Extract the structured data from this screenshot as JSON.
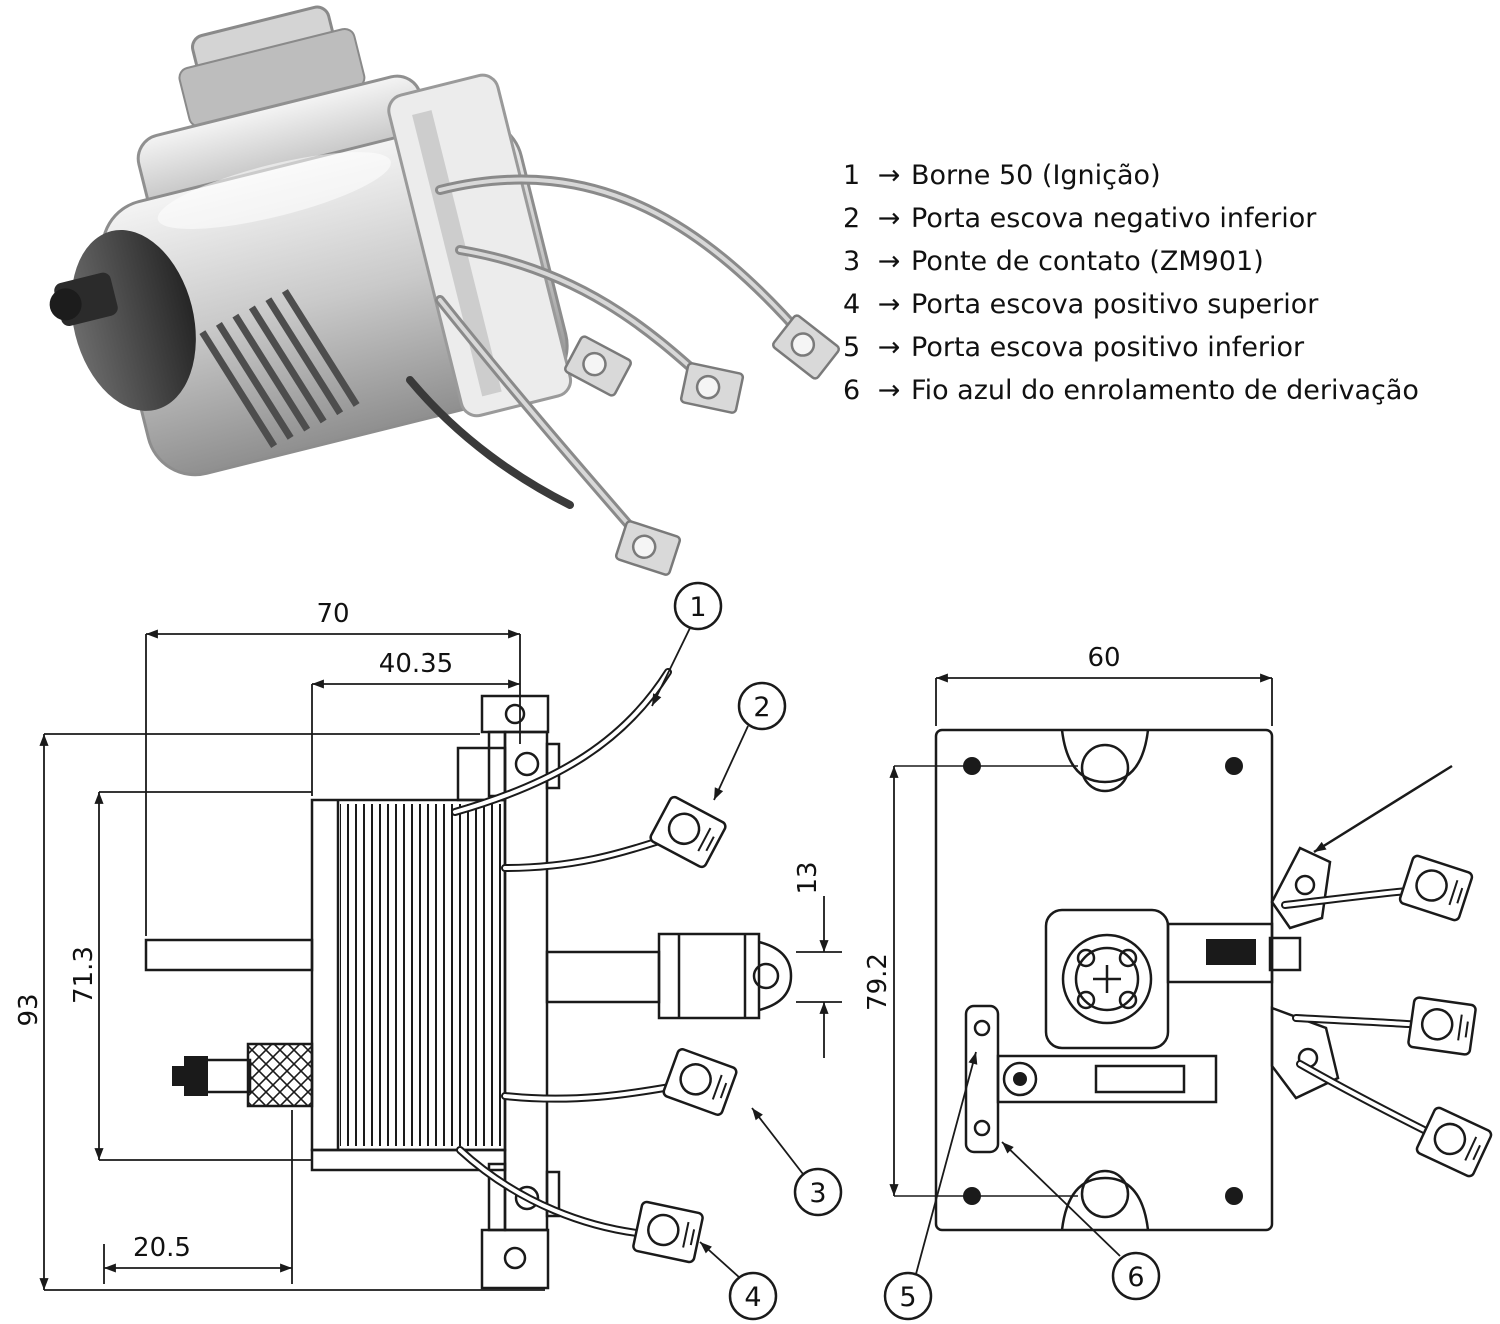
{
  "colors": {
    "background": "#ffffff",
    "line": "#1a1a1a"
  },
  "legend": {
    "arrow": "→",
    "items": [
      {
        "num": "1",
        "label": "Borne 50 (Ignição)"
      },
      {
        "num": "2",
        "label": "Porta escova negativo inferior"
      },
      {
        "num": "3",
        "label": "Ponte de contato (ZM901)"
      },
      {
        "num": "4",
        "label": "Porta escova positivo superior"
      },
      {
        "num": "5",
        "label": "Porta escova positivo inferior"
      },
      {
        "num": "6",
        "label": "Fio azul do enrolamento de derivação"
      }
    ]
  },
  "side_view": {
    "dims": {
      "overall_width": "70",
      "coil_width": "40.35",
      "overall_height": "93",
      "body_height": "71.3",
      "plunger_offset": "20.5",
      "shaft_diameter": "13"
    },
    "callouts": [
      "1",
      "2",
      "3",
      "4"
    ]
  },
  "end_view": {
    "dims": {
      "width": "60",
      "hole_spacing": "79.2"
    },
    "callouts": [
      "5",
      "6"
    ]
  }
}
